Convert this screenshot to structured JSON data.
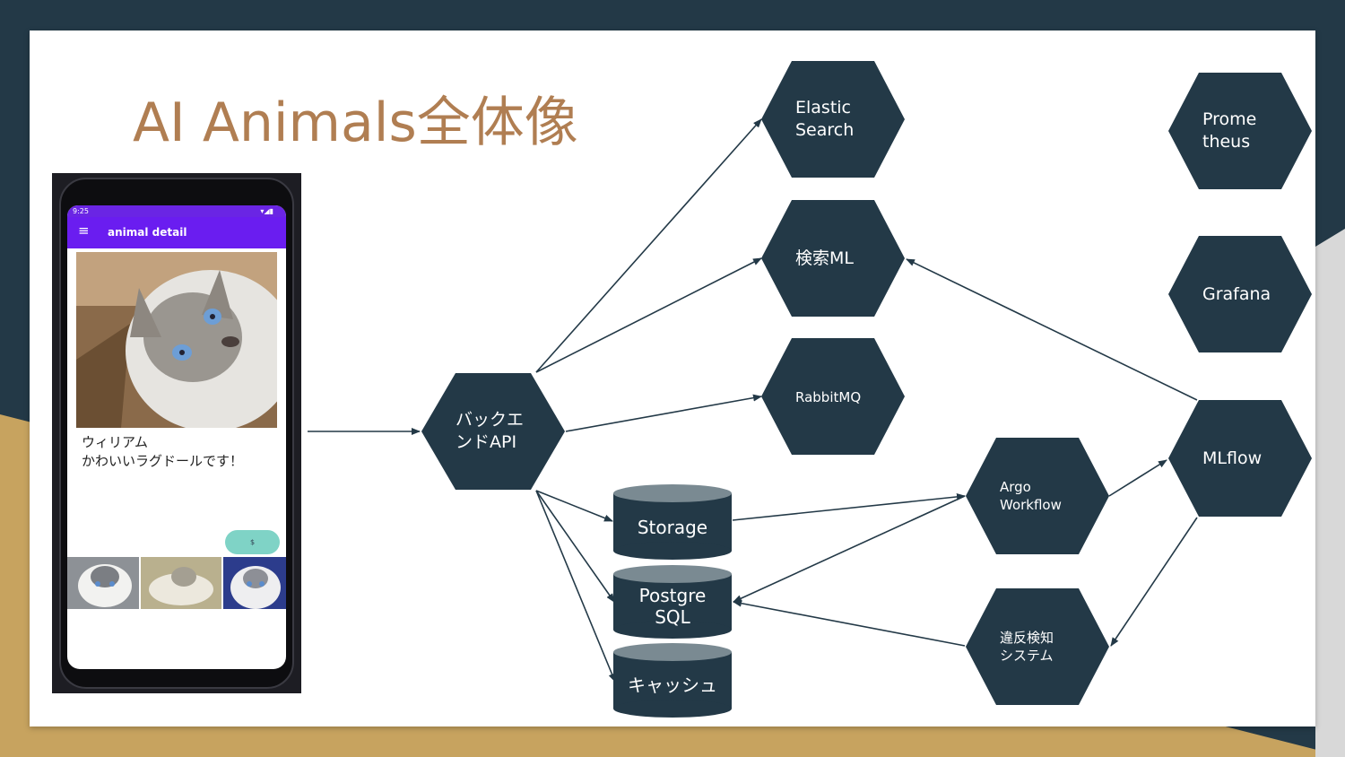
{
  "title": "AI Animals全体像",
  "colors": {
    "background_dark": "#233947",
    "accent_gold": "#c7a35f",
    "title_color": "#b07e52",
    "node_fill": "#233947",
    "cylinder_top": "#7a8a92",
    "app_primary": "#6a1df0"
  },
  "phone": {
    "status_time": "9:25",
    "status_icons": "▾◢▮",
    "menu_icon": "≡",
    "app_title": "animal detail",
    "description_line1": "ウィリアム",
    "description_line2": "かわいいラグドールです！",
    "fab_label": "$"
  },
  "nodes": {
    "backend": "バックエ\nンドAPI",
    "elastic": "Elastic\nSearch",
    "search_ml": "検索ML",
    "rabbitmq": "RabbitMQ",
    "argo": "Argo\nWorkflow",
    "violation": "違反検知\nシステム",
    "prometheus": "Prome\ntheus",
    "grafana": "Grafana",
    "mlflow": "MLflow"
  },
  "stores": {
    "storage": "Storage",
    "postgres": "Postgre\nSQL",
    "cache": "キャッシュ"
  }
}
